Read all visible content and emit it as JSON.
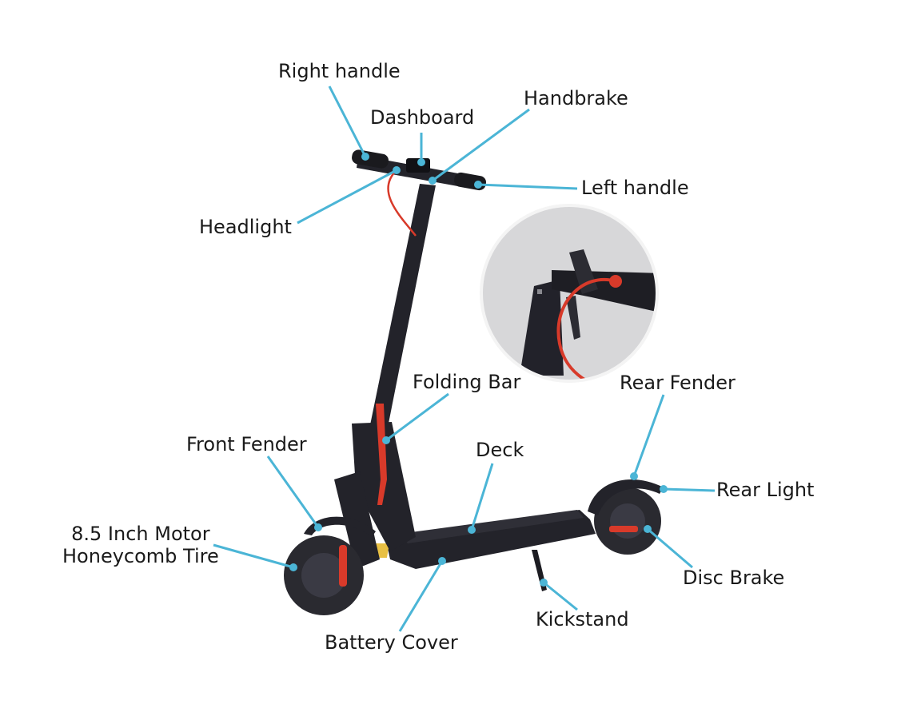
{
  "colors": {
    "leader": "#4bb5d6",
    "frame": "#23232a",
    "frame_highlight": "#3a3a44",
    "accent_red": "#d83a2a",
    "tire": "#2a2a30",
    "inset_bg": "#d9d9d9",
    "inset_border": "#f2f2f2"
  },
  "labels": {
    "right_handle": "Right handle",
    "dashboard": "Dashboard",
    "handbrake": "Handbrake",
    "left_handle": "Left handle",
    "headlight": "Headlight",
    "folding_bar": "Folding Bar",
    "rear_fender": "Rear Fender",
    "front_fender": "Front Fender",
    "deck": "Deck",
    "rear_light": "Rear Light",
    "motor_tire_line1": "8.5 Inch Motor",
    "motor_tire_line2": "Honeycomb Tire",
    "disc_brake": "Disc Brake",
    "kickstand": "Kickstand",
    "battery_cover": "Battery Cover"
  }
}
